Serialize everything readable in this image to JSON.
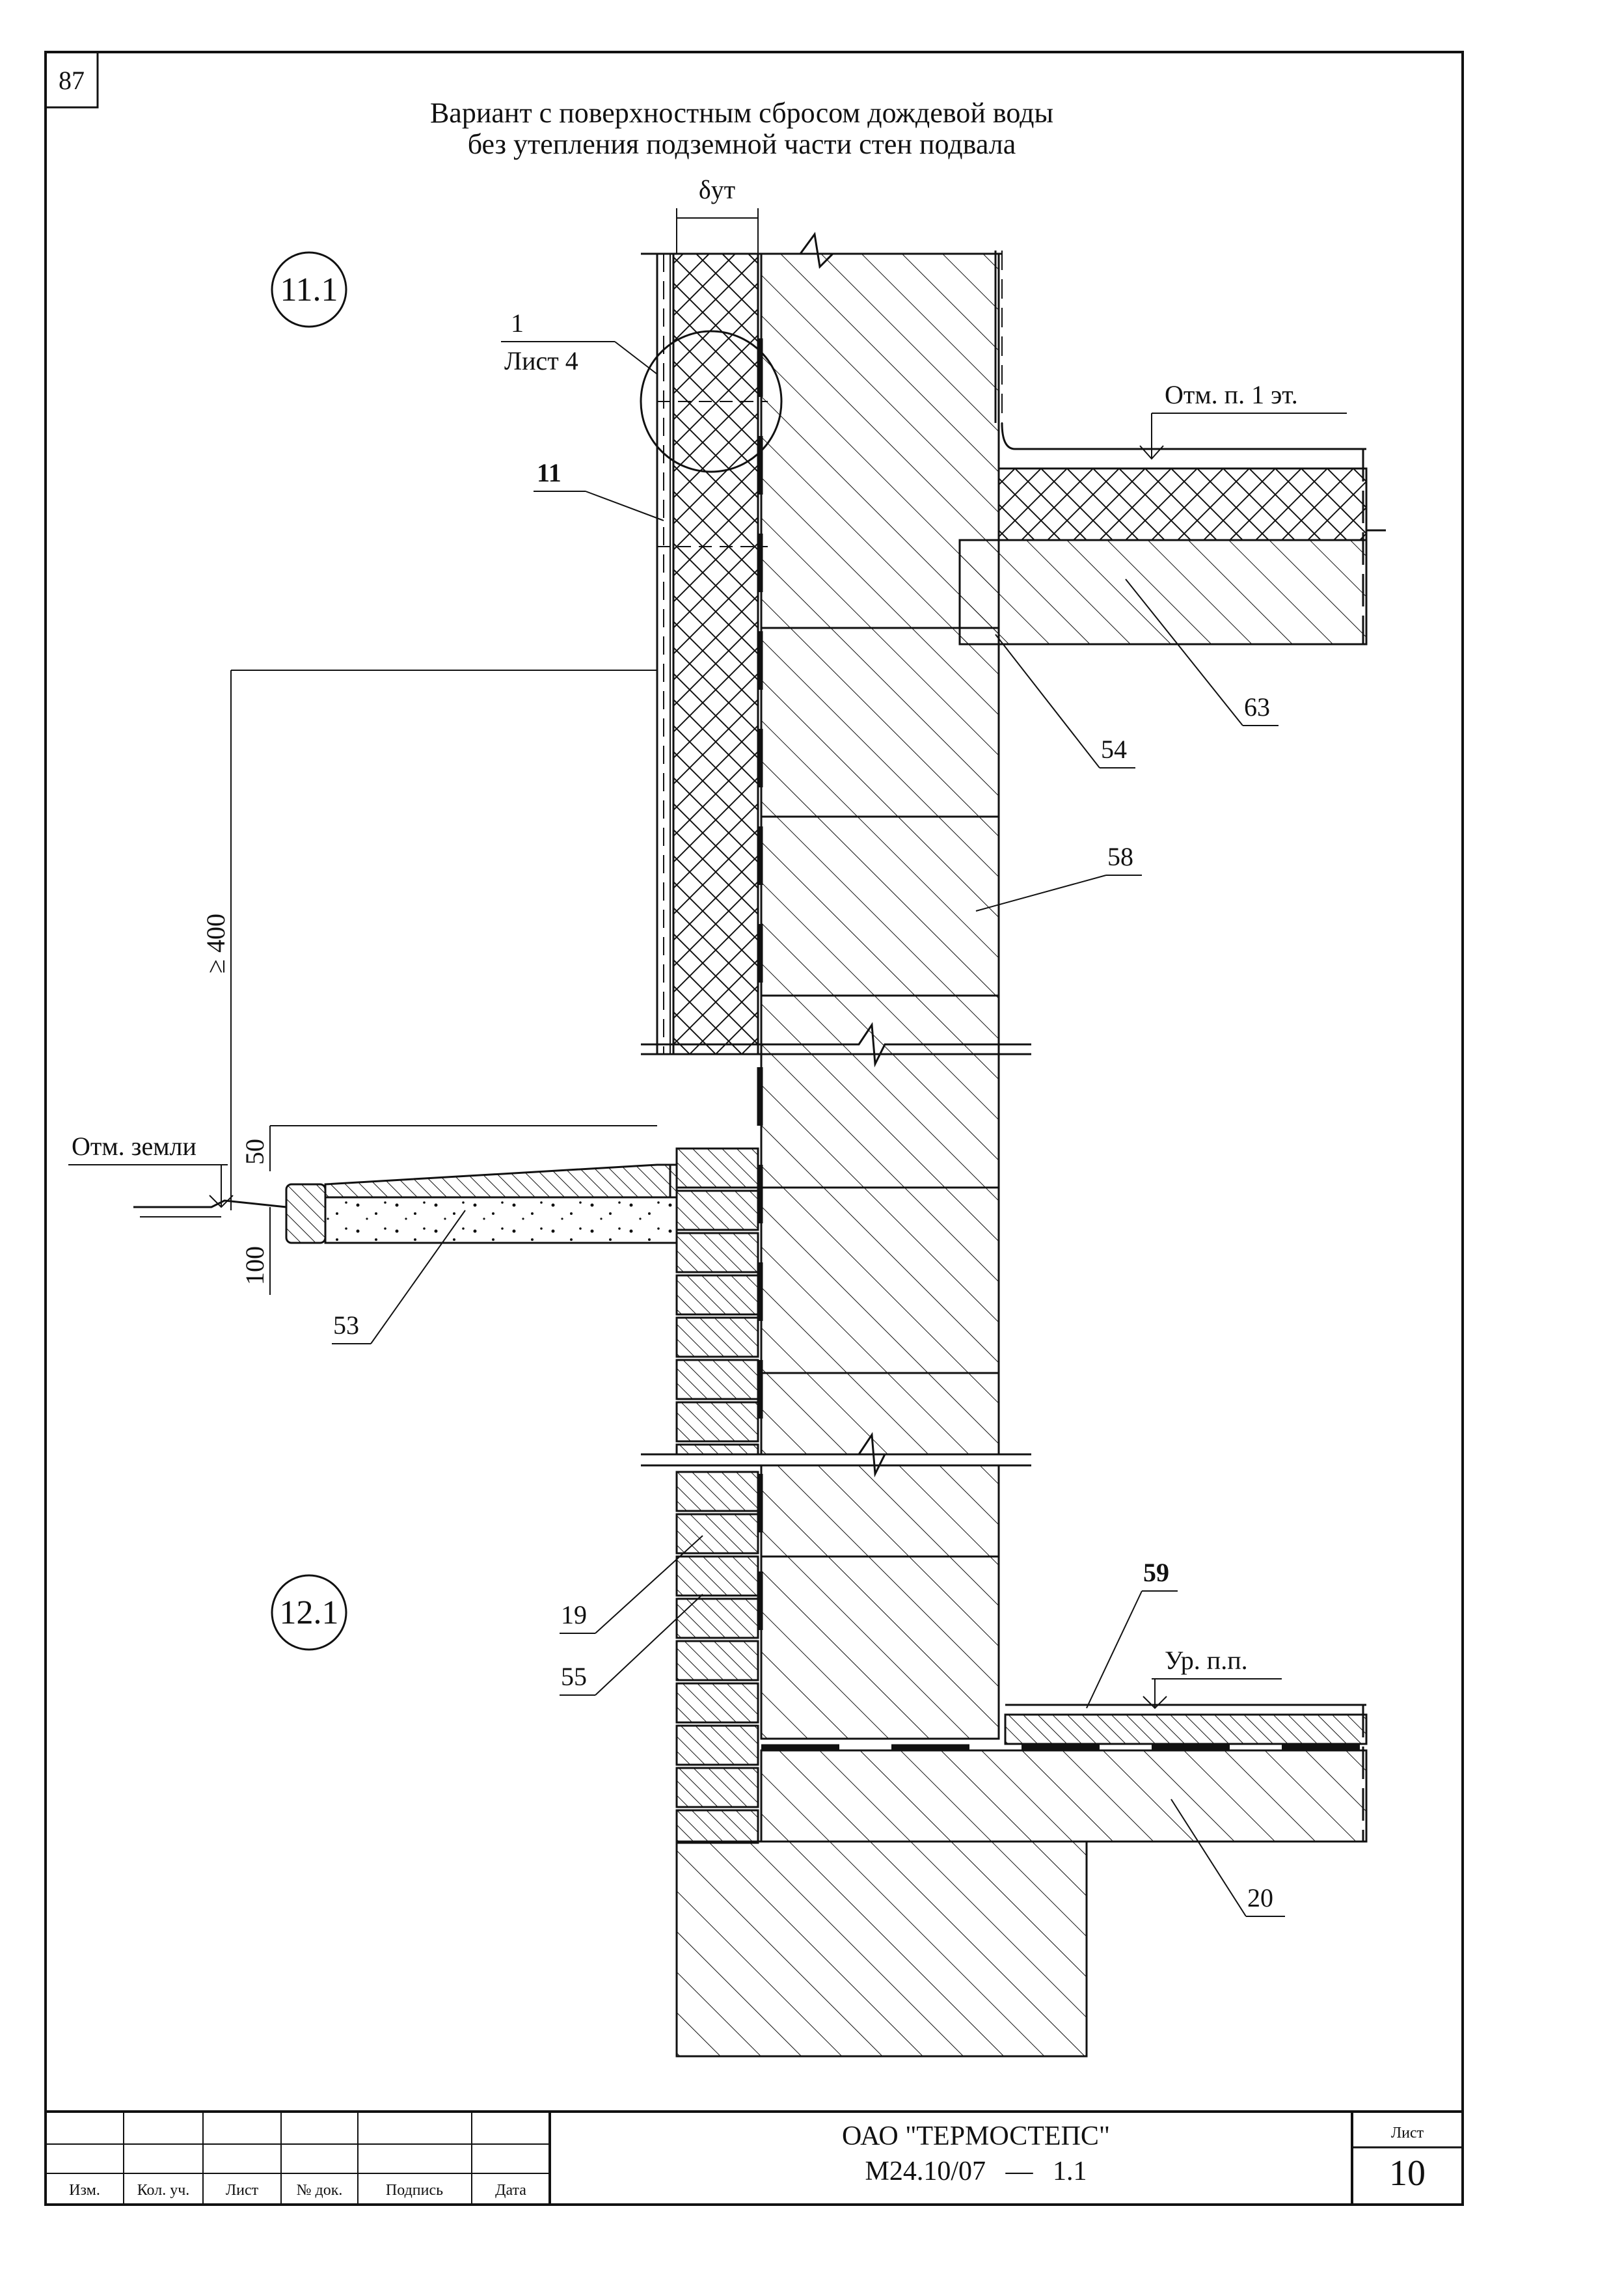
{
  "page_number": "87",
  "title": {
    "line1": "Вариант с поверхностным сбросом дождевой воды",
    "line2": "без утепления подземной части стен подвала"
  },
  "nodes": {
    "upper": "11.1",
    "lower": "12.1"
  },
  "callout_detail": {
    "number": "1",
    "sheet": "Лист 4"
  },
  "insulation_thickness_label": "δут",
  "elevations": {
    "first_floor": "Отм. п. 1 эт.",
    "ground": "Отм. земли",
    "basement_floor": "Ур. п.п."
  },
  "dimensions": {
    "plinth_height": "≥ 400",
    "gap": "50",
    "blind_area_depth": "100"
  },
  "positions": [
    "11",
    "63",
    "54",
    "58",
    "53",
    "19",
    "55",
    "59",
    "20"
  ],
  "title_block": {
    "headers": [
      "Изм.",
      "Кол. уч.",
      "Лист",
      "№ док.",
      "Подпись",
      "Дата"
    ],
    "organization": "ОАО \"ТЕРМОСТЕПС\"",
    "document_code": "М24.10/07",
    "dash": "—",
    "variant": "1.1",
    "sheet_label": "Лист",
    "sheet_number": "10"
  }
}
